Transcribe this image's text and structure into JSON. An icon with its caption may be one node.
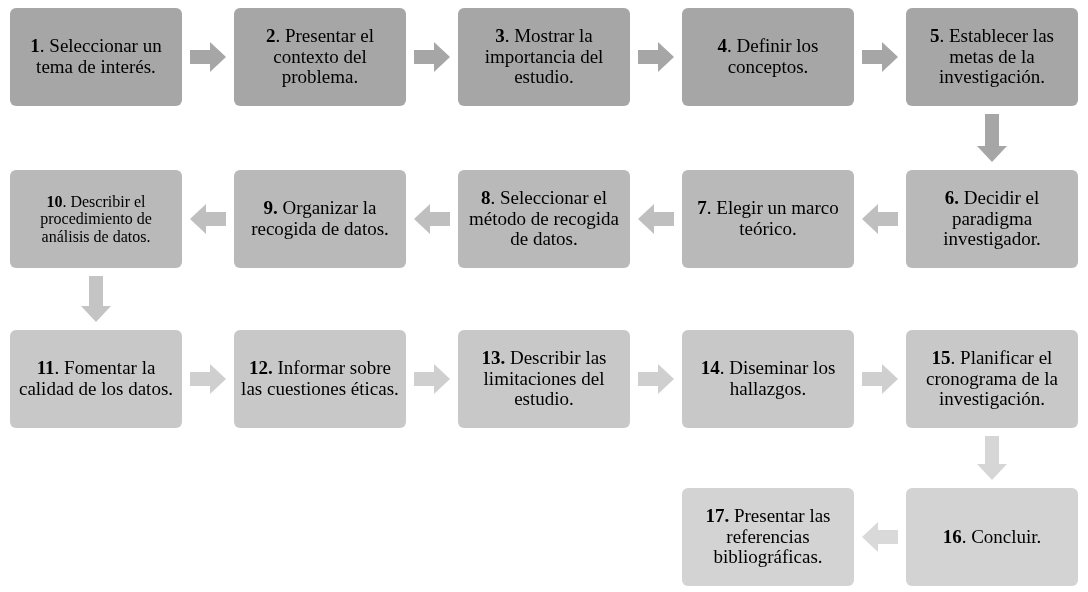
{
  "diagram": {
    "nodes": [
      {
        "text": [
          "**1**. Seleccionar un tema de interés."
        ]
      },
      {
        "text": [
          "**2**. Presentar el contexto del problema."
        ]
      },
      {
        "text": [
          "**3**. Mostrar la importancia del estudio."
        ]
      },
      {
        "text": [
          "**4**. Definir los conceptos."
        ]
      },
      {
        "text": [
          "**5**. Establecer las metas de la investigación."
        ]
      },
      {
        "text": [
          "**6.** Decidir el paradigma investigador."
        ]
      },
      {
        "text": [
          "**7**. Elegir un marco teórico."
        ]
      },
      {
        "text": [
          "**8**. Seleccionar el método de recogida de datos."
        ]
      },
      {
        "text": [
          "**9.** Organizar la recogida de datos."
        ]
      },
      {
        "text": [
          "**10**. Describir el procedimiento de análisis de datos."
        ]
      },
      {
        "text": [
          "**11**. Fomentar la calidad de los datos."
        ]
      },
      {
        "text": [
          "**12.** Informar sobre las cuestiones éticas."
        ]
      },
      {
        "text": [
          "**13.** Describir las limitaciones del estudio."
        ]
      },
      {
        "text": [
          "**14**. Diseminar los hallazgos."
        ]
      },
      {
        "text": [
          "**15**. Planificar el cronograma de la investigación."
        ]
      },
      {
        "text": [
          "**16**. Concluir."
        ]
      },
      {
        "text": [
          "**17.** Presentar las referencias bibliográficas."
        ]
      }
    ],
    "edges": [
      {
        "from": 0,
        "to": 1,
        "arrow": "to",
        "color": "#a6a6a6"
      },
      {
        "from": 1,
        "to": 2,
        "arrow": "to",
        "color": "#a6a6a6"
      },
      {
        "from": 2,
        "to": 3,
        "arrow": "to",
        "color": "#a6a6a6"
      },
      {
        "from": 3,
        "to": 4,
        "arrow": "to",
        "color": "#a6a6a6"
      },
      {
        "from": 4,
        "to": 5,
        "arrow": "to",
        "color": "#a6a6a6"
      },
      {
        "from": 5,
        "to": 6,
        "arrow": "to",
        "color": "#bfbfbf"
      },
      {
        "from": 6,
        "to": 7,
        "arrow": "to",
        "color": "#bfbfbf"
      },
      {
        "from": 7,
        "to": 8,
        "arrow": "to",
        "color": "#bfbfbf"
      },
      {
        "from": 8,
        "to": 9,
        "arrow": "to",
        "color": "#bfbfbf"
      },
      {
        "from": 9,
        "to": 10,
        "arrow": "to",
        "color": "#c4c4c4"
      },
      {
        "from": 10,
        "to": 11,
        "arrow": "to",
        "color": "#cfcfcf"
      },
      {
        "from": 11,
        "to": 12,
        "arrow": "to",
        "color": "#cfcfcf"
      },
      {
        "from": 12,
        "to": 13,
        "arrow": "to",
        "color": "#cfcfcf"
      },
      {
        "from": 13,
        "to": 14,
        "arrow": "to",
        "color": "#cfcfcf"
      },
      {
        "from": 14,
        "to": 15,
        "arrow": "to",
        "color": "#d6d6d6"
      },
      {
        "from": 15,
        "to": 16,
        "arrow": "to",
        "color": "#d9d9d9"
      }
    ]
  }
}
